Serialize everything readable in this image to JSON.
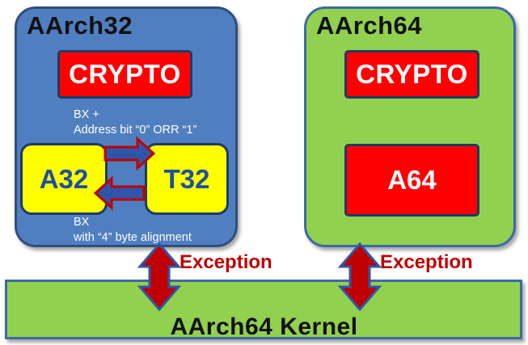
{
  "aarch32": {
    "title": "AArch32",
    "crypto_label": "CRYPTO",
    "a32_label": "A32",
    "t32_label": "T32",
    "note_to_t32_line1": "BX +",
    "note_to_t32_line2": "Address bit “0” ORR “1”",
    "note_to_a32_line1": "BX",
    "note_to_a32_line2": "with “4” byte alignment"
  },
  "aarch64": {
    "title": "AArch64",
    "crypto_label": "CRYPTO",
    "a64_label": "A64"
  },
  "kernel": {
    "label": "AArch64 Kernel"
  },
  "exceptions": {
    "left_label": "Exception",
    "right_label": "Exception"
  },
  "colors": {
    "aarch32_panel": "#4f7fc0",
    "aarch64_panel": "#92d050",
    "kernel_bar": "#92d050",
    "crypto_box": "#ff0000",
    "mode_box": "#ffff00",
    "mode_text": "#1f4fa0",
    "exception_text": "#c00000",
    "arrow_fill": "#c00000",
    "arrow_border": "#2f55a8",
    "switch_arrow_fill": "#2f55a8",
    "switch_arrow_border": "#c00000"
  }
}
